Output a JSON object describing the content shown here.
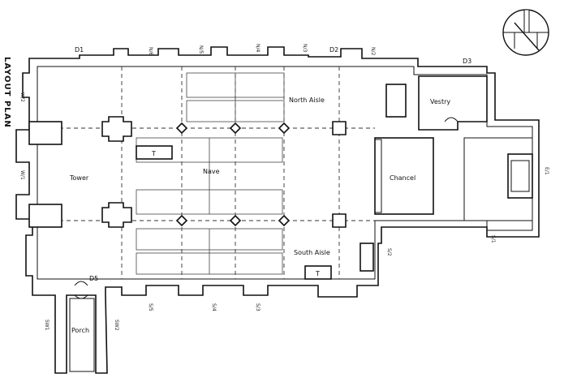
{
  "title": "LAYOUT PLAN",
  "rooms": {
    "tower": "Tower",
    "nave": "Nave",
    "north_aisle": "North Aisle",
    "south_aisle": "South Aisle",
    "chancel": "Chancel",
    "vestry": "Vestry",
    "porch": "Porch"
  },
  "doors": {
    "d1": "D1",
    "d2": "D2",
    "d3": "D3",
    "d5": "D5"
  },
  "tables": {
    "t1": "T",
    "t2": "T"
  },
  "small_labels": {
    "n1": "N/6",
    "n2": "N/5",
    "n3": "N/4",
    "n4": "N/3",
    "n5": "N/2",
    "s1": "S/5",
    "s2": "S/4",
    "s3": "S/3",
    "s4": "S/2",
    "s5": "S/1",
    "w1": "W/1",
    "w2": "W/2",
    "e1": "E/1",
    "sw1": "SW1",
    "sw2": "SW2"
  }
}
